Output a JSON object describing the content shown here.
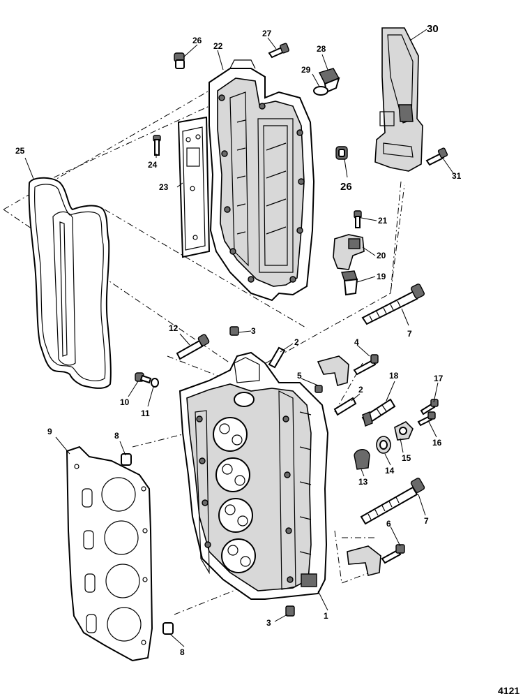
{
  "figure_number": "4121",
  "callouts": {
    "c1": "1",
    "c2a": "2",
    "c2b": "2",
    "c3a": "3",
    "c3b": "3",
    "c4": "4",
    "c5": "5",
    "c6": "6",
    "c7a": "7",
    "c7b": "7",
    "c8a": "8",
    "c8b": "8",
    "c9": "9",
    "c10": "10",
    "c11": "11",
    "c12": "12",
    "c13": "13",
    "c14": "14",
    "c15": "15",
    "c16": "16",
    "c17": "17",
    "c18": "18",
    "c19": "19",
    "c20": "20",
    "c21": "21",
    "c22": "22",
    "c23": "23",
    "c24": "24",
    "c25": "25",
    "c26a": "26",
    "c26b": "26",
    "c27": "27",
    "c28": "28",
    "c29": "29",
    "c30": "30",
    "c31": "31"
  }
}
